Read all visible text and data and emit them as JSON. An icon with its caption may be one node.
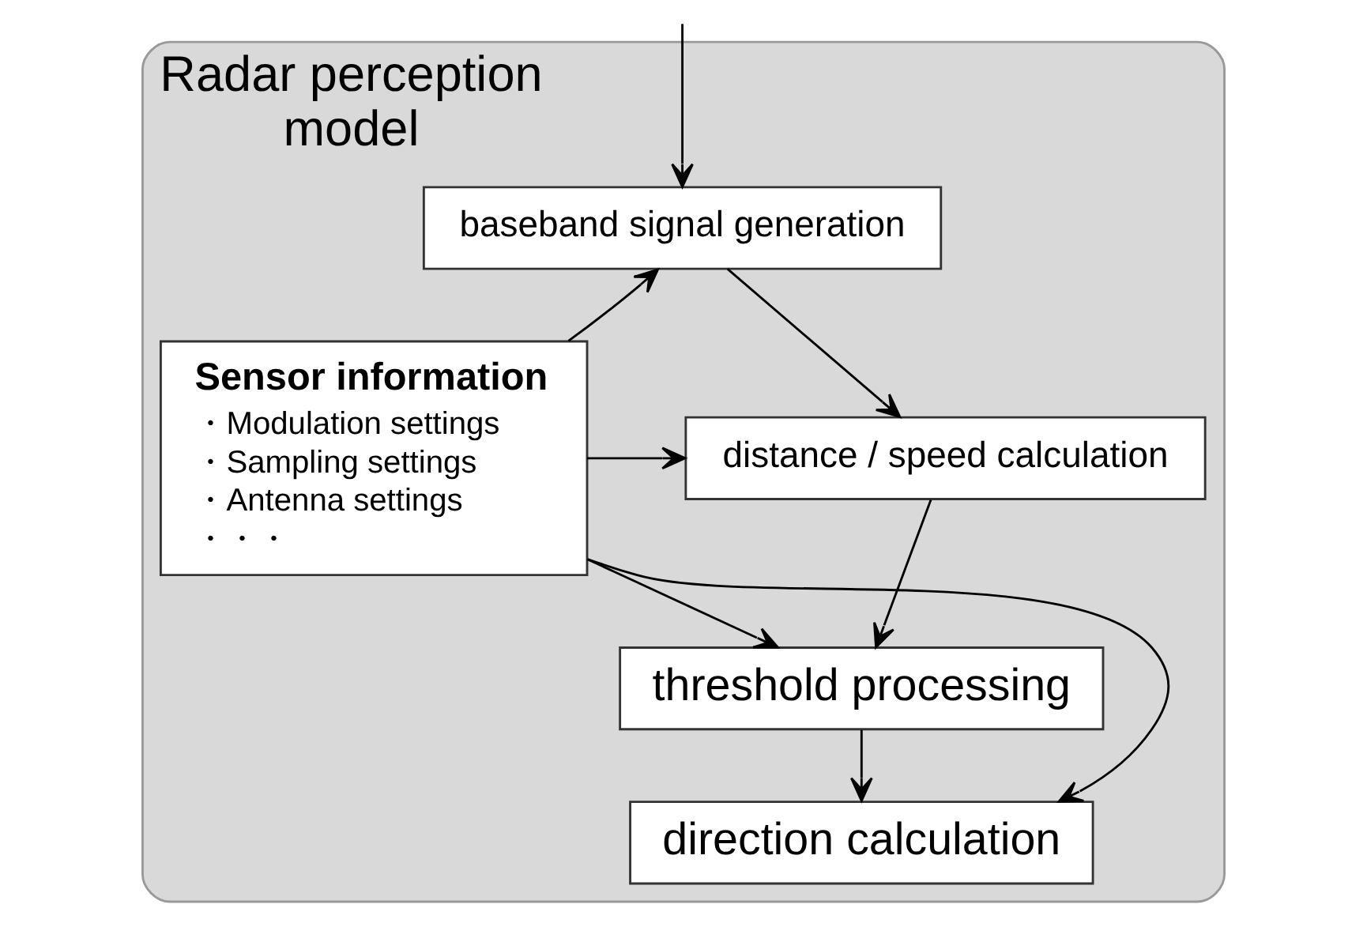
{
  "diagram": {
    "nodes": [
      {
        "text": [
          "Radar perception model"
        ]
      },
      {
        "text": [
          "Sensor information",
          "・Modulation settings",
          "・Sampling settings",
          "・Antenna settings",
          "・・・"
        ],
        "in": 0
      },
      {
        "text": [
          "baseband signal generation"
        ],
        "in": 0
      },
      {
        "text": [
          "distance / speed calculation"
        ],
        "in": 0
      },
      {
        "text": [
          "threshold processing"
        ],
        "in": 0
      },
      {
        "text": [
          "direction calculation"
        ],
        "in": 0
      }
    ],
    "edges": [
      {
        "from": null,
        "to": 2,
        "arrow": "to"
      },
      {
        "from": 2,
        "to": 3,
        "arrow": "to"
      },
      {
        "from": 3,
        "to": 4,
        "arrow": "to"
      },
      {
        "from": 4,
        "to": 5,
        "arrow": "to"
      },
      {
        "from": 1,
        "to": 2,
        "arrow": "to"
      },
      {
        "from": 1,
        "to": 3,
        "arrow": "to"
      },
      {
        "from": 1,
        "to": 4,
        "arrow": "to"
      },
      {
        "from": 1,
        "to": 5,
        "arrow": "to"
      }
    ]
  }
}
